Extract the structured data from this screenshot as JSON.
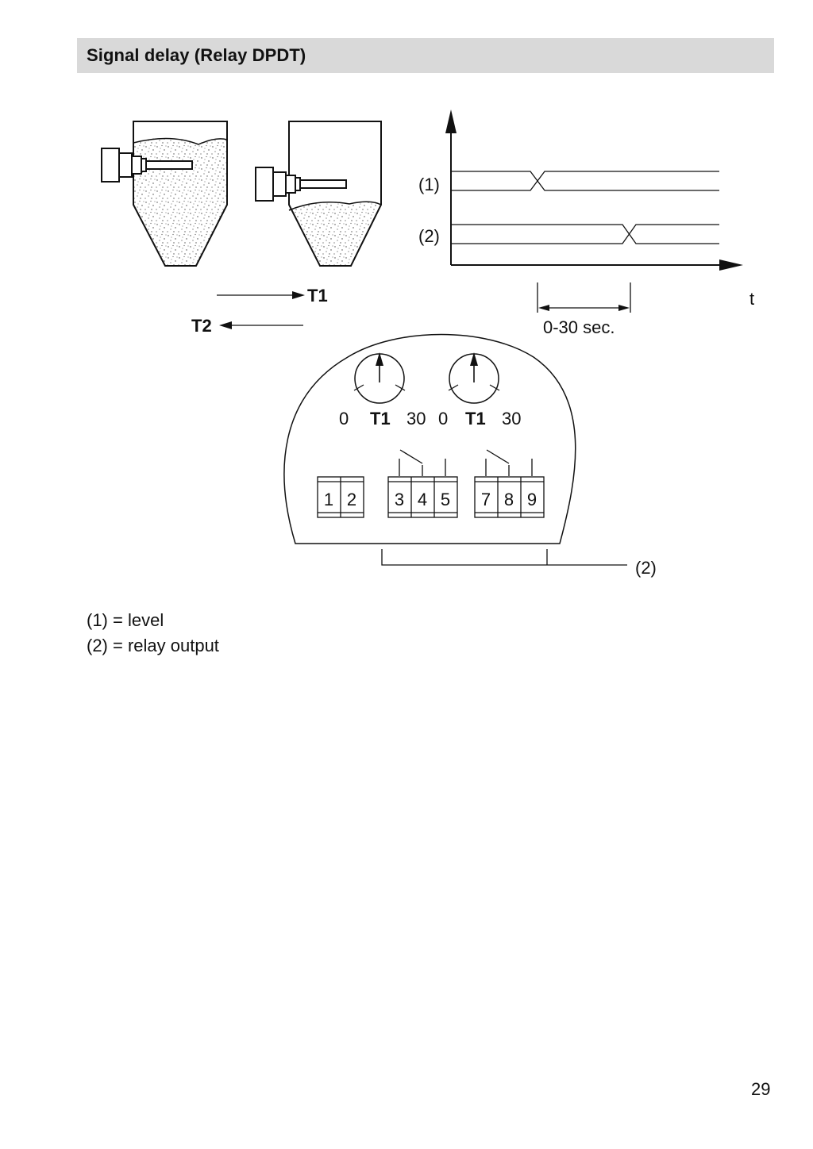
{
  "header": {
    "title": "Signal delay  (Relay DPDT)"
  },
  "diagram": {
    "t1_label": "T1",
    "t2_label": "T2",
    "signal_level_label": "(1)",
    "signal_relay_label": "(2)",
    "time_axis_label": "t",
    "delay_range_label": "0-30 sec.",
    "dial_1": {
      "min": "0",
      "name": "T1",
      "max": "30"
    },
    "dial_2": {
      "min": "0",
      "name": "T1",
      "max": "30"
    },
    "terminals": [
      "1",
      "2",
      "3",
      "4",
      "5",
      "7",
      "8",
      "9"
    ],
    "relay_output_label": "(2)"
  },
  "legend": {
    "item_1": "(1) = level",
    "item_2": "(2) = relay output"
  },
  "footer": {
    "page_number": "29"
  }
}
